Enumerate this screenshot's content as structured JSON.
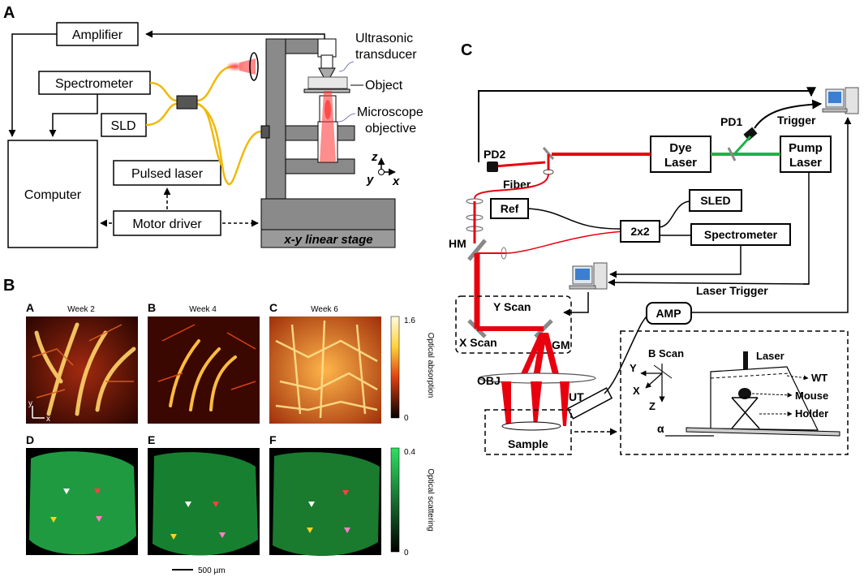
{
  "panelA": {
    "label": "A",
    "amplifier": "Amplifier",
    "spectrometer": "Spectrometer",
    "sld": "SLD",
    "computer": "Computer",
    "pulsed_laser": "Pulsed laser",
    "motor_driver": "Motor driver",
    "stage": "x-y linear stage",
    "ultrasonic_1": "Ultrasonic",
    "ultrasonic_2": "transducer",
    "object": "Object",
    "microscope_1": "Microscope",
    "microscope_2": "objective",
    "axis_z": "z",
    "axis_y": "y",
    "axis_x": "x"
  },
  "panelB": {
    "label": "B",
    "sub_a": "A",
    "sub_b": "B",
    "sub_c": "C",
    "sub_d": "D",
    "sub_e": "E",
    "sub_f": "F",
    "week2": "Week 2",
    "week4": "Week 4",
    "week6": "Week 6",
    "abs_max": "1.6",
    "abs_min": "0",
    "abs_label": "Optical absorption",
    "sca_max": "0.4",
    "sca_min": "0",
    "sca_label": "Optical scattering",
    "axis_y": "y",
    "axis_x": "x",
    "scalebar": "500 µm"
  },
  "panelC": {
    "label": "C",
    "pd1": "PD1",
    "trigger": "Trigger",
    "pd2": "PD2",
    "dye_1": "Dye",
    "dye_2": "Laser",
    "pump_1": "Pump",
    "pump_2": "Laser",
    "fiber": "Fiber",
    "ref": "Ref",
    "sled": "SLED",
    "coupler": "2x2",
    "spectrometer": "Spectrometer",
    "hm": "HM",
    "laser_trigger": "Laser Trigger",
    "y_scan": "Y Scan",
    "x_scan": "X Scan",
    "gm": "GM",
    "amp": "AMP",
    "obj": "OBJ",
    "ut": "UT",
    "sample": "Sample",
    "b_scan": "B Scan",
    "ax_y": "Y",
    "ax_x": "X",
    "ax_z": "Z",
    "laser": "Laser",
    "wt": "WT",
    "mouse": "Mouse",
    "holder": "Holder",
    "alpha": "α"
  },
  "colors": {
    "laser_red": "#e8000f",
    "pump_green": "#1db24a",
    "fiber_yellow": "#f0b90a",
    "scatter_green": "#22b14c",
    "stage_gray": "#8a8a8a"
  }
}
